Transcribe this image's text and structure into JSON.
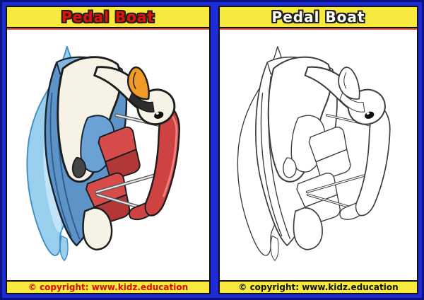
{
  "frame": {
    "outer_border": "#0a1180",
    "background": "#1e2cd8",
    "card_border": "#101010",
    "banner_bg": "#f7e93e",
    "banner_underline": "#e05140",
    "content_bg": "#ffffff"
  },
  "cards": [
    {
      "id": "colored",
      "title": "Pedal Boat",
      "title_color": "#e01313",
      "title_outline": "#2b1e10",
      "copyright": "© copyright: www.kidz.education",
      "copyright_color": "#d90b00",
      "illustration": "swan-pedal-boat-colored",
      "palette": {
        "strokeScale": 1,
        "splash": "#9bcfee",
        "splashStroke": "#3f8fc9",
        "splashInner": "#c2e4f8",
        "hull": "#5e93c8",
        "hullStroke": "#17232f",
        "stripe": "#2f5f91",
        "rim": "#84b6e0",
        "inner": "#6aa2d6",
        "seat": "#d84b4b",
        "seatDark": "#b23838",
        "body": "#f6f2e6",
        "bodyStroke": "#1d1d1d",
        "beak": "#f09a28",
        "mask": "#2d2d2d",
        "eye": "#0e0e0e",
        "eyeHi": "#f8f8f8",
        "strutOuter": "#5c5c5c",
        "strutInner": "#e6e6e6",
        "canopy": "#cf4242",
        "canopyHi": "#ea8080",
        "pedal": "#454545"
      }
    },
    {
      "id": "outline",
      "title": "Pedal Boat",
      "title_color": "#fdfdf2",
      "title_outline": "#1f1f1f",
      "copyright": "© copyright: www.kidz.education",
      "copyright_color": "#111111",
      "illustration": "swan-pedal-boat-outline",
      "palette": {
        "strokeScale": 0.7,
        "splash": "#ffffff",
        "splashStroke": "#3e3e3e",
        "splashInner": "#ffffff",
        "hull": "#ffffff",
        "hullStroke": "#3e3e3e",
        "stripe": "#3e3e3e",
        "rim": "#ffffff",
        "inner": "#ffffff",
        "seat": "#ffffff",
        "seatDark": "#ffffff",
        "body": "#ffffff",
        "bodyStroke": "#3e3e3e",
        "beak": "#ffffff",
        "mask": "#ffffff",
        "eye": "#0e0e0e",
        "eyeHi": "#ffffff",
        "strutOuter": "#3e3e3e",
        "strutInner": "#ffffff",
        "canopy": "#ffffff",
        "canopyHi": "transparent",
        "pedal": "#ffffff"
      }
    }
  ]
}
